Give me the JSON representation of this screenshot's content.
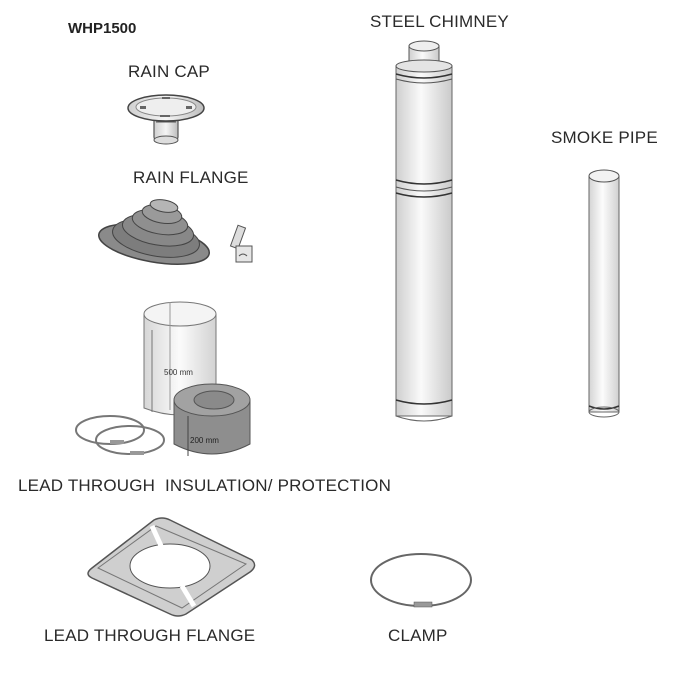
{
  "model": "WHP1500",
  "parts": {
    "rain_cap": {
      "label": "RAIN CAP"
    },
    "rain_flange": {
      "label": "RAIN FLANGE"
    },
    "steel_chimney": {
      "label": "STEEL CHIMNEY"
    },
    "smoke_pipe": {
      "label": "SMOKE PIPE"
    },
    "insulation": {
      "label": "LEAD THROUGH  INSULATION/ PROTECTION",
      "sleeve_height": "500 mm",
      "ring_height": "200 mm"
    },
    "lead_through_flange": {
      "label": "LEAD THROUGH FLANGE"
    },
    "clamp": {
      "label": "CLAMP"
    }
  },
  "colors": {
    "outline": "#555555",
    "metal_light": "#f2f2f2",
    "metal_mid": "#d8d8d8",
    "rubber": "#8a8a8a",
    "insulation_gray": "#9a9a9a"
  }
}
